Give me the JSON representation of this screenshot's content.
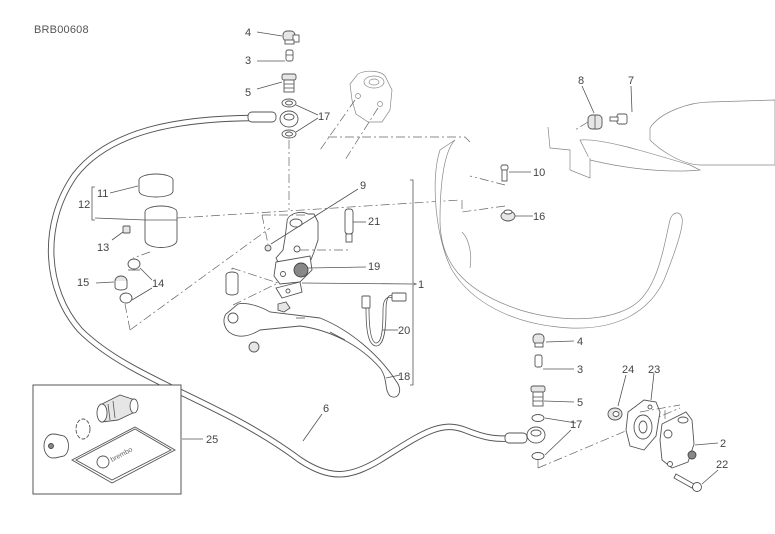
{
  "diagram": {
    "code": "BRB00608",
    "subject": "clutch master cylinder, hose and slave cylinder exploded view",
    "labels": {
      "l1": "1",
      "l2": "2",
      "l3a": "3",
      "l3b": "3",
      "l4a": "4",
      "l4b": "4",
      "l5a": "5",
      "l5b": "5",
      "l6": "6",
      "l7": "7",
      "l8": "8",
      "l9": "9",
      "l10": "10",
      "l11": "11",
      "l12": "12",
      "l13": "13",
      "l14": "14",
      "l15": "15",
      "l16": "16",
      "l17a": "17",
      "l17b": "17",
      "l18": "18",
      "l19": "19",
      "l20": "20",
      "l21": "21",
      "l22": "22",
      "l23": "23",
      "l24": "24",
      "l25": "25"
    },
    "kit_logo_text": "brembo"
  }
}
